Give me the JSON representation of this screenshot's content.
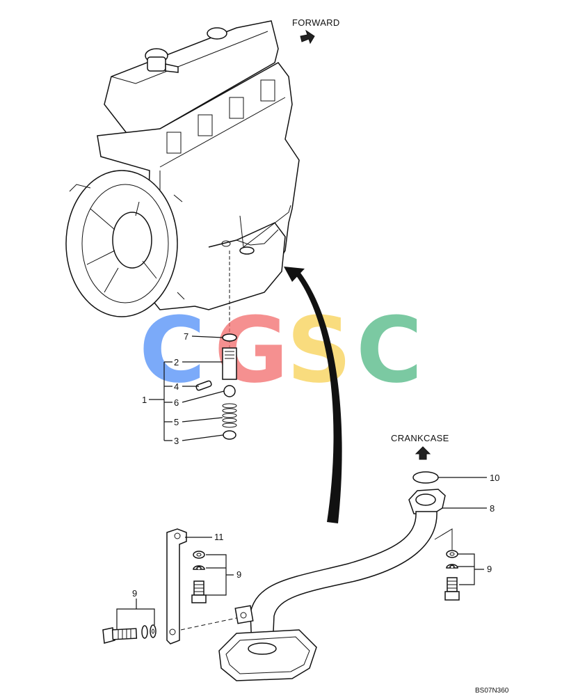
{
  "captions": {
    "forward": "FORWARD",
    "crankcase": "CRANKCASE",
    "drawing_code": "BS07N360"
  },
  "callouts": {
    "c1": "1",
    "c2": "2",
    "c3": "3",
    "c4": "4",
    "c5": "5",
    "c6": "6",
    "c7": "7",
    "c8": "8",
    "c9_left": "9",
    "c9_mid": "9",
    "c9_right": "9",
    "c10": "10",
    "c11": "11"
  },
  "watermark": {
    "letters": [
      "C",
      "G",
      "S",
      "C"
    ],
    "colors": [
      "#4f8ef7",
      "#f26b6b",
      "#f7d154",
      "#4fb884"
    ]
  }
}
